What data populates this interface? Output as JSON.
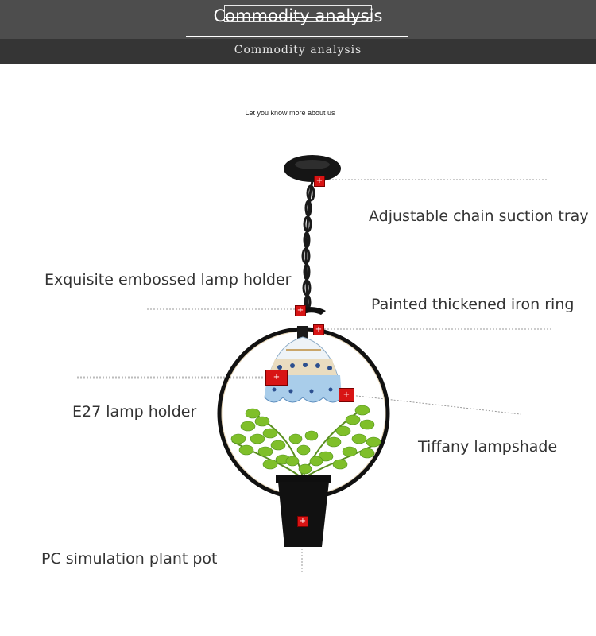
{
  "header": {
    "title": "Commodity analysis",
    "subtitle": "Commodity analysis"
  },
  "tagline": "Let you know more about us",
  "labels": {
    "chain_tray": "Adjustable chain suction tray",
    "lamp_holder_embossed": "Exquisite embossed lamp holder",
    "iron_ring": "Painted thickened iron ring",
    "e27_holder": "E27 lamp holder",
    "lampshade": "Tiffany lampshade",
    "plant_pot": "PC simulation plant pot"
  },
  "marker_symbol": "+",
  "colors": {
    "banner": "#4d4d4d",
    "banner_dark": "#353535",
    "marker": "#d81414",
    "text": "#333333"
  }
}
